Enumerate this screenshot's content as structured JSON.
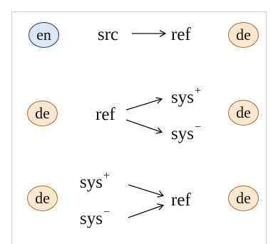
{
  "rows": [
    {
      "left_badge": "en",
      "right_badge": "de",
      "labels": {
        "src": "src",
        "ref": "ref"
      }
    },
    {
      "left_badge": "de",
      "right_badge": "de",
      "labels": {
        "ref": "ref",
        "sys_plus": "sys",
        "sys_plus_sup": "+",
        "sys_minus": "sys",
        "sys_minus_sup": "−"
      }
    },
    {
      "left_badge": "de",
      "right_badge": "de",
      "labels": {
        "sys_plus": "sys",
        "sys_plus_sup": "+",
        "sys_minus": "sys",
        "sys_minus_sup": "−",
        "ref": "ref"
      }
    }
  ],
  "colors": {
    "en_fill": "#dbe6f6",
    "en_border": "#1d3559",
    "de_fill": "#fbe6d0",
    "de_border": "#a86a2a"
  }
}
